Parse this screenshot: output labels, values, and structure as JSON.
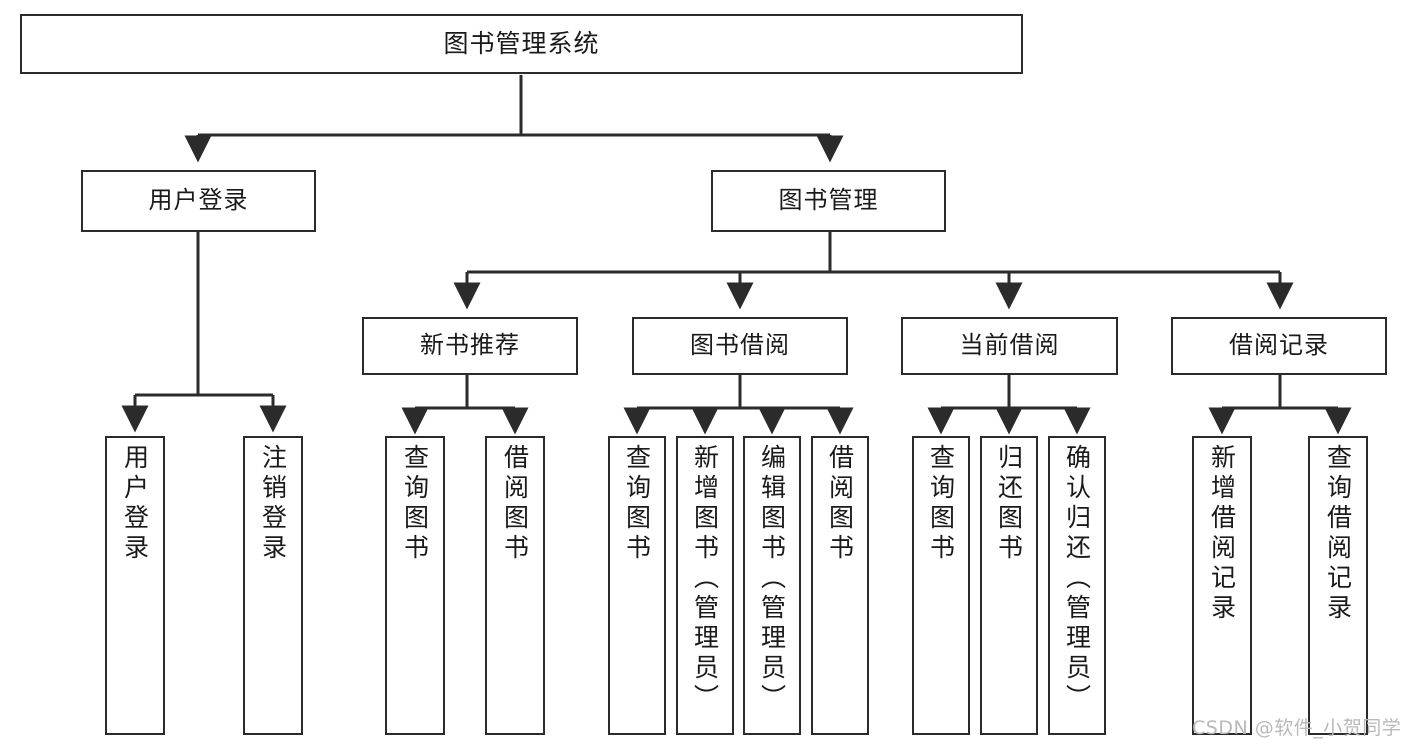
{
  "diagram": {
    "title": "图书管理系统",
    "type": "hierarchy-tree",
    "orientation": "top-down",
    "style": {
      "box_border_color": "#2b2b2b",
      "box_fill_color": "#ffffff",
      "connector_color": "#2b2b2b",
      "canvas_background": "#ffffff",
      "text_color": "#1a1a1a",
      "watermark_color": "#b9b9b9"
    },
    "levels": [
      {
        "level": 0,
        "nodes": [
          {
            "id": "root",
            "label": "图书管理系统",
            "text_direction": "horizontal"
          }
        ]
      },
      {
        "level": 1,
        "nodes": [
          {
            "id": "login",
            "label": "用户登录",
            "text_direction": "horizontal",
            "parent": "root"
          },
          {
            "id": "bookmgmt",
            "label": "图书管理",
            "text_direction": "horizontal",
            "parent": "root"
          }
        ]
      },
      {
        "level": 2,
        "nodes": [
          {
            "id": "newbook",
            "label": "新书推荐",
            "text_direction": "horizontal",
            "parent": "bookmgmt"
          },
          {
            "id": "borrow",
            "label": "图书借阅",
            "text_direction": "horizontal",
            "parent": "bookmgmt"
          },
          {
            "id": "current",
            "label": "当前借阅",
            "text_direction": "horizontal",
            "parent": "bookmgmt"
          },
          {
            "id": "records",
            "label": "借阅记录",
            "text_direction": "horizontal",
            "parent": "bookmgmt"
          }
        ]
      },
      {
        "level": 3,
        "nodes": [
          {
            "id": "leaf1",
            "label": "用户登录",
            "text_direction": "vertical",
            "parent": "login"
          },
          {
            "id": "leaf2",
            "label": "注销登录",
            "text_direction": "vertical",
            "parent": "login"
          },
          {
            "id": "leaf3",
            "label": "查询图书",
            "text_direction": "vertical",
            "parent": "newbook"
          },
          {
            "id": "leaf4",
            "label": "借阅图书",
            "text_direction": "vertical",
            "parent": "newbook"
          },
          {
            "id": "leaf5",
            "label": "查询图书",
            "text_direction": "vertical",
            "parent": "borrow"
          },
          {
            "id": "leaf6",
            "label": "新增图书（管理员）",
            "text_direction": "vertical",
            "parent": "borrow"
          },
          {
            "id": "leaf7",
            "label": "编辑图书（管理员）",
            "text_direction": "vertical",
            "parent": "borrow"
          },
          {
            "id": "leaf8",
            "label": "借阅图书",
            "text_direction": "vertical",
            "parent": "borrow"
          },
          {
            "id": "leaf9",
            "label": "查询图书",
            "text_direction": "vertical",
            "parent": "current"
          },
          {
            "id": "leaf10",
            "label": "归还图书",
            "text_direction": "vertical",
            "parent": "current"
          },
          {
            "id": "leaf11",
            "label": "确认归还（管理员）",
            "text_direction": "vertical",
            "parent": "current"
          },
          {
            "id": "leaf12",
            "label": "新增借阅记录",
            "text_direction": "vertical",
            "parent": "records"
          },
          {
            "id": "leaf13",
            "label": "查询借阅记录",
            "text_direction": "vertical",
            "parent": "records"
          }
        ]
      }
    ],
    "watermark": "CSDN @软件_小贺同学"
  }
}
